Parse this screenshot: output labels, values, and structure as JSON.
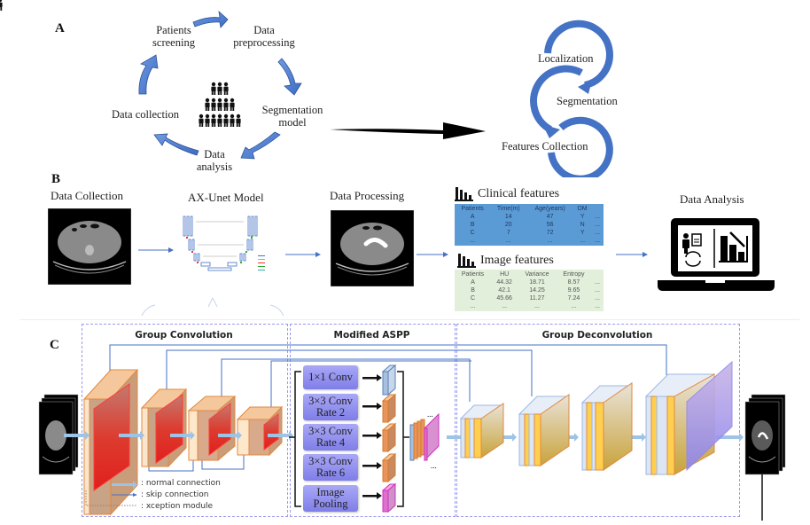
{
  "panels": {
    "a": {
      "label": "A",
      "cycle_steps": [
        {
          "id": "patients-screening",
          "text": [
            "Patients",
            "screening"
          ]
        },
        {
          "id": "data-preprocessing",
          "text": [
            "Data",
            "preprocessing"
          ]
        },
        {
          "id": "segmentation-model",
          "text": [
            "Segmentation",
            "model"
          ]
        },
        {
          "id": "data-analysis",
          "text": [
            "Data",
            "analysis"
          ]
        },
        {
          "id": "data-collection",
          "text": [
            "Data collection"
          ]
        }
      ],
      "pipeline_loops": [
        "Localization",
        "Segmentation",
        "Features Collection"
      ],
      "colors": {
        "arrow_blue": "#4472c4",
        "loop_blue": "#4472c4"
      }
    },
    "b": {
      "label": "B",
      "steps": [
        "Data Collection",
        "AX-Unet Model",
        "Data Processing",
        "Data Analysis"
      ],
      "clinical_features": {
        "title": "Clinical features",
        "columns": [
          "Patients",
          "Time(m)",
          "Age(years)",
          "DM",
          ""
        ],
        "rows": [
          [
            "A",
            "14",
            "47",
            "Y",
            "..."
          ],
          [
            "B",
            "20",
            "56",
            "N",
            "..."
          ],
          [
            "C",
            "7",
            "72",
            "Y",
            "..."
          ],
          [
            "...",
            "...",
            "...",
            "...",
            "..."
          ]
        ],
        "color": "#5b9bd5"
      },
      "image_features": {
        "title": "Image features",
        "columns": [
          "Patients",
          "HU",
          "Variance",
          "Entropy",
          ""
        ],
        "rows": [
          [
            "A",
            "44.32",
            "18.71",
            "8.57",
            "..."
          ],
          [
            "B",
            "42.1",
            "14.25",
            "9.65",
            "..."
          ],
          [
            "C",
            "45.66",
            "11.27",
            "7.24",
            "..."
          ],
          [
            "...",
            "...",
            "...",
            "...",
            "..."
          ]
        ],
        "color": "#e2efda"
      }
    },
    "c": {
      "label": "C",
      "sections": [
        "Group Convolution",
        "Modified ASPP",
        "Group Deconvolution"
      ],
      "aspp_blocks": [
        [
          "1×1 Conv"
        ],
        [
          "3×3 Conv",
          "Rate 2"
        ],
        [
          "3×3 Conv",
          "Rate 4"
        ],
        [
          "3×3 Conv",
          "Rate 6"
        ],
        [
          "Image",
          "Pooling"
        ]
      ],
      "legend": [
        ": normal connection",
        ": skip connection",
        ": xception module"
      ],
      "ellipsis": "...",
      "colors": {
        "conv_red": "#e0201c",
        "conv_orange": "#f4b183",
        "deconv_gold": "#d9b23a",
        "aspp_purple": "#8e8df0",
        "output_violet": "#9d8ff0",
        "skip_blue": "#4472c4",
        "normal_blue": "#9dc3e6"
      }
    }
  }
}
